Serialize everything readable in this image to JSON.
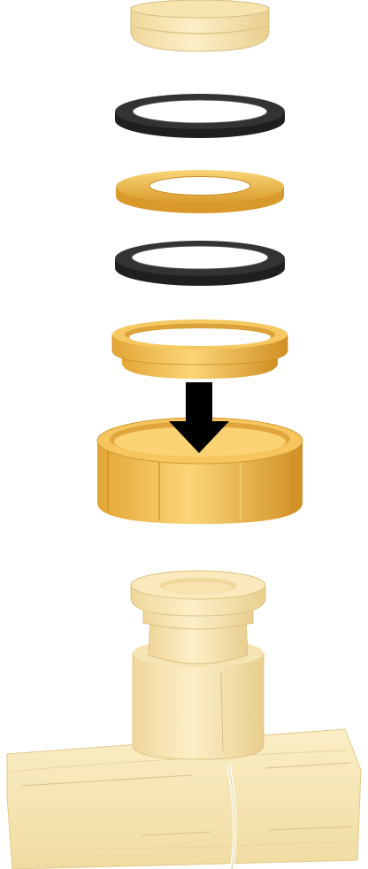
{
  "diagram": {
    "parts": [
      {
        "id": "top-fitting-end",
        "kind": "cream-fitting"
      },
      {
        "id": "black-gasket-upper",
        "kind": "black-ring"
      },
      {
        "id": "brass-washer",
        "kind": "brass-flat-ring"
      },
      {
        "id": "black-gasket-lower",
        "kind": "black-ring"
      },
      {
        "id": "brass-sleeve",
        "kind": "brass-collar"
      },
      {
        "id": "assembly-arrow",
        "kind": "arrow-down"
      },
      {
        "id": "hex-union-nut",
        "kind": "brass-hex-nut"
      },
      {
        "id": "tee-fitting",
        "kind": "cream-tee"
      }
    ],
    "colors": {
      "brass_light": "#f7cf6a",
      "brass_mid": "#e6ad35",
      "brass_dark": "#b9791c",
      "gasket": "#2e2e2e",
      "gasket_hi": "#5a5a5a",
      "cream_light": "#fbf0cc",
      "cream_mid": "#f1dea4",
      "cream_dark": "#d8be7e",
      "arrow": "#000000",
      "background": "#ffffff"
    }
  }
}
